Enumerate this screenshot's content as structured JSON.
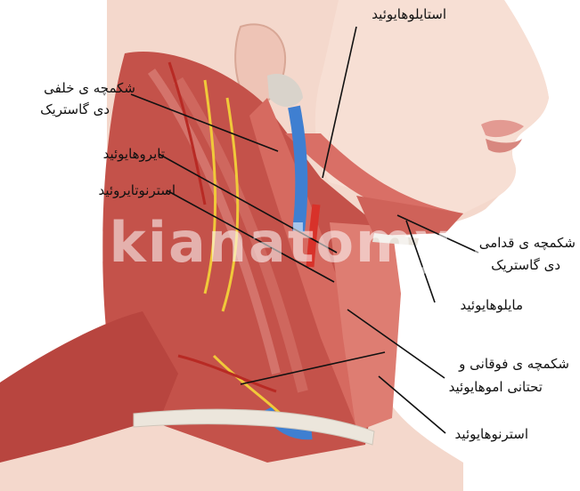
{
  "watermark": "wikianatomy.ir",
  "labels": {
    "stylohyoid": "استایلوهایوئید",
    "posterior_digastric_1": "شکمچه ی خلفی",
    "posterior_digastric_2": "دی گاستریک",
    "thyrohyoid": "تایروهایوئید",
    "sternothyroid": "استرنوتایروئید",
    "anterior_digastric_1": "شکمچه ی قدامی",
    "anterior_digastric_2": "دی گاستریک",
    "mylohyoid": "مایلوهایوئید",
    "omohyoid_1": "شکمچه ی فوقانی و",
    "omohyoid_2": "تحتانی اموهایوئید",
    "sternohyoid": "استرنوهایوئید"
  }
}
